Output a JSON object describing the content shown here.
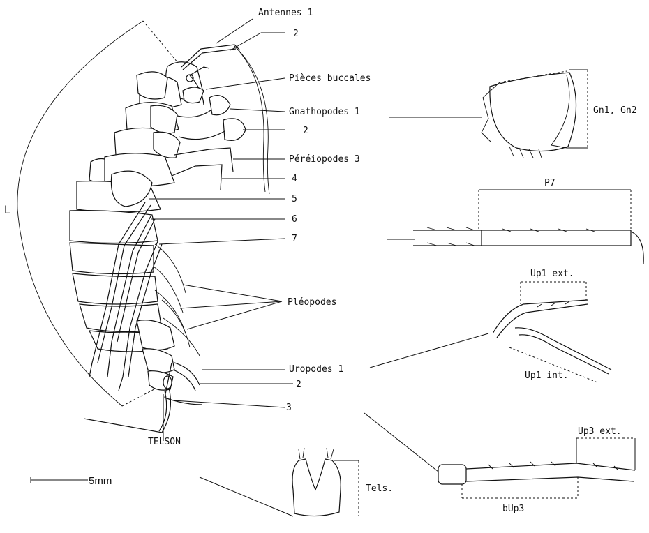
{
  "labels": {
    "antennes": "Antennes 1",
    "antennes_2": "2",
    "pieces_buccales": "Pièces buccales",
    "gnathopodes": "Gnathopodes 1",
    "gnathopodes_2": "2",
    "pereiopodes": "Péréiopodes 3",
    "per_4": "4",
    "per_5": "5",
    "per_6": "6",
    "per_7": "7",
    "pleopodes": "Pléopodes",
    "uropodes": "Uropodes 1",
    "uro_2": "2",
    "uro_3": "3",
    "telson": "TELSON",
    "length": "L",
    "scale": "5mm"
  },
  "details": {
    "gn": "Gn1, Gn2",
    "p7": "P7",
    "up1_ext": "Up1 ext.",
    "up1_int": "Up1 int.",
    "up3_ext": "Up3 ext.",
    "bup3": "bUp3",
    "tels": "Tels."
  }
}
